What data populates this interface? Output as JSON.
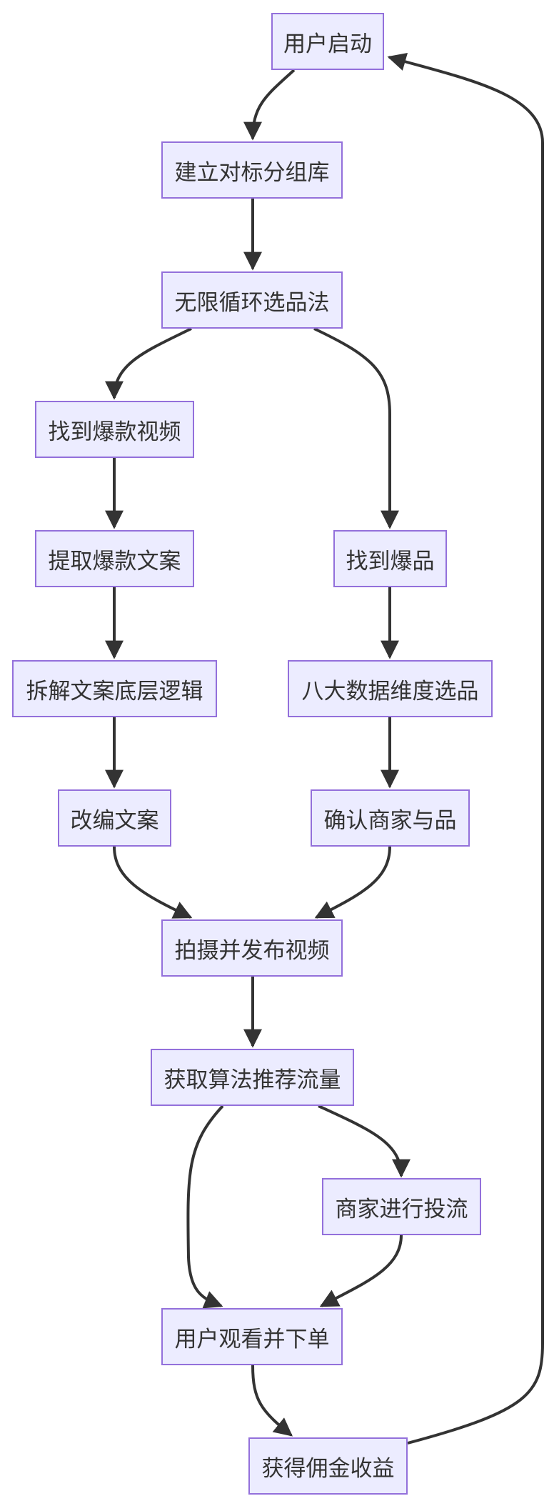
{
  "diagram": {
    "nodes": [
      {
        "id": "start",
        "label": "用户启动"
      },
      {
        "id": "group",
        "label": "建立对标分组库"
      },
      {
        "id": "loop",
        "label": "无限循环选品法"
      },
      {
        "id": "findVideo",
        "label": "找到爆款视频"
      },
      {
        "id": "extract",
        "label": "提取爆款文案"
      },
      {
        "id": "analyze",
        "label": "拆解文案底层逻辑"
      },
      {
        "id": "adapt",
        "label": "改编文案"
      },
      {
        "id": "findProduct",
        "label": "找到爆品"
      },
      {
        "id": "eight",
        "label": "八大数据维度选品"
      },
      {
        "id": "confirm",
        "label": "确认商家与品"
      },
      {
        "id": "shoot",
        "label": "拍摄并发布视频"
      },
      {
        "id": "traffic",
        "label": "获取算法推荐流量"
      },
      {
        "id": "merchantAds",
        "label": "商家进行投流"
      },
      {
        "id": "buy",
        "label": "用户观看并下单"
      },
      {
        "id": "commission",
        "label": "获得佣金收益"
      }
    ],
    "edges": [
      {
        "from": "start",
        "to": "group"
      },
      {
        "from": "group",
        "to": "loop"
      },
      {
        "from": "loop",
        "to": "findVideo"
      },
      {
        "from": "loop",
        "to": "findProduct"
      },
      {
        "from": "findVideo",
        "to": "extract"
      },
      {
        "from": "extract",
        "to": "analyze"
      },
      {
        "from": "analyze",
        "to": "adapt"
      },
      {
        "from": "findProduct",
        "to": "eight"
      },
      {
        "from": "eight",
        "to": "confirm"
      },
      {
        "from": "adapt",
        "to": "shoot"
      },
      {
        "from": "confirm",
        "to": "shoot"
      },
      {
        "from": "shoot",
        "to": "traffic"
      },
      {
        "from": "traffic",
        "to": "buy"
      },
      {
        "from": "traffic",
        "to": "merchantAds"
      },
      {
        "from": "merchantAds",
        "to": "buy"
      },
      {
        "from": "buy",
        "to": "commission"
      },
      {
        "from": "commission",
        "to": "start"
      }
    ],
    "colors": {
      "node_fill": "#ececff",
      "node_border": "#9370db",
      "text": "#333333",
      "edge": "#333333",
      "background": "#ffffff"
    }
  }
}
